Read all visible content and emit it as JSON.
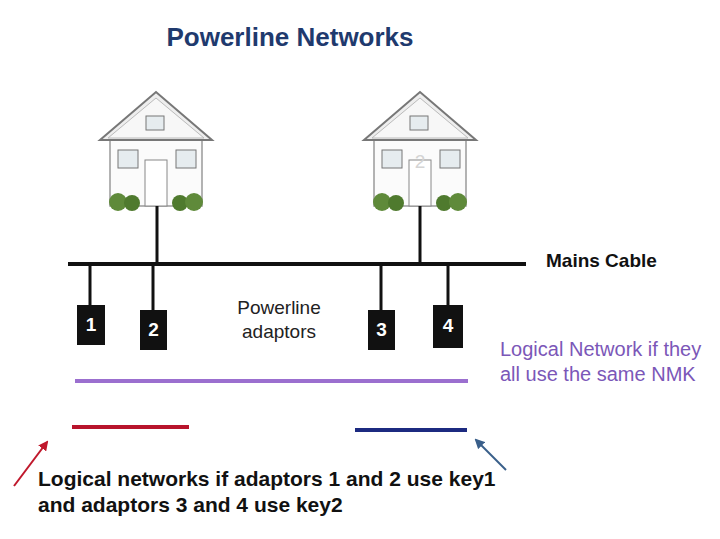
{
  "diagram": {
    "title": "Powerline Networks",
    "nodes": [
      {
        "text": [
          "1"
        ]
      },
      {
        "text": [
          "2"
        ]
      },
      {
        "text": [
          "3"
        ]
      },
      {
        "text": [
          "4"
        ]
      }
    ],
    "labels": [
      "2",
      "Mains Cable",
      "Powerline adaptors",
      "Logical Network if they all use the same NMK",
      "Logical networks if adaptors 1 and 2 use key1 and adaptors 3 and 4 use key2"
    ]
  }
}
